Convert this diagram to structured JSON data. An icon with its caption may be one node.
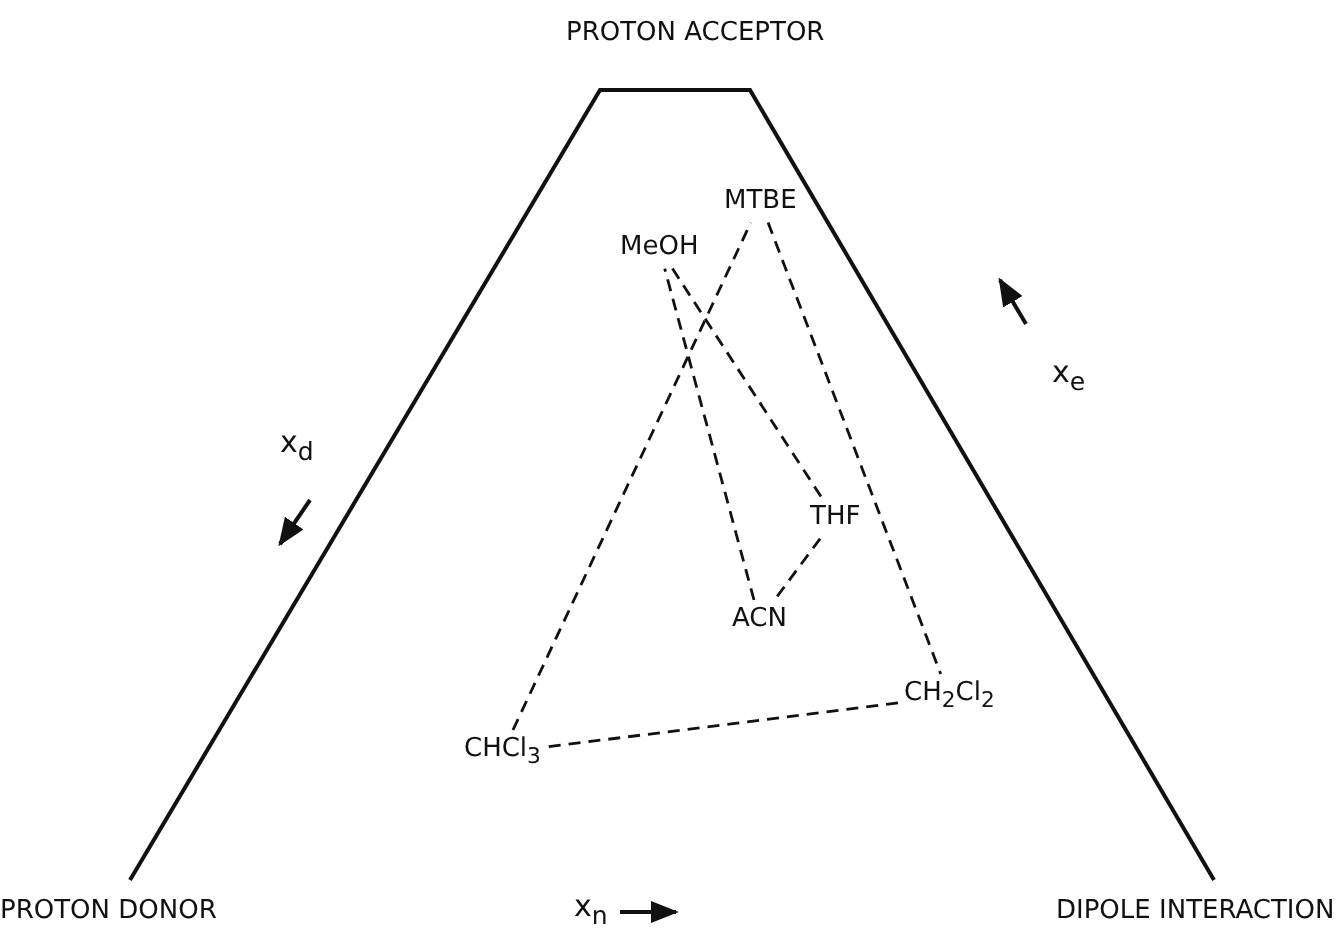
{
  "diagram": {
    "nodes": [
      {
        "text": [
          "MTBE"
        ]
      },
      {
        "text": [
          "MeOH"
        ]
      },
      {
        "text": [
          "THF"
        ]
      },
      {
        "text": [
          "ACN"
        ]
      },
      {
        "text": [
          "CH$_{2}$Cl$_{2}$"
        ]
      },
      {
        "text": [
          "CHCl$_{3}$"
        ]
      }
    ],
    "edges": [
      {
        "from": 1,
        "to": 2,
        "arrow": "none",
        "style": "dashed"
      },
      {
        "from": 2,
        "to": 3,
        "arrow": "none",
        "style": "dashed"
      },
      {
        "from": 3,
        "to": 1,
        "arrow": "none",
        "style": "dashed"
      },
      {
        "from": 0,
        "to": 4,
        "arrow": "none",
        "style": "dashed"
      },
      {
        "from": 4,
        "to": 5,
        "arrow": "none",
        "style": "dashed"
      },
      {
        "from": 5,
        "to": 0,
        "arrow": "none",
        "style": "dashed"
      }
    ],
    "labels": [
      "PROTON ACCEPTOR",
      "x$_{d}$",
      "x$_{e}$",
      "PROTON DONOR",
      "x$_{n}$",
      "DIPOLE INTERACTION"
    ]
  }
}
